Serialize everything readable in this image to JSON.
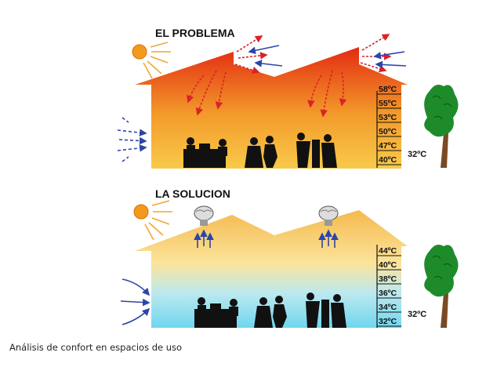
{
  "problem": {
    "title": "EL PROBLEMA",
    "indoor_temps": [
      "58ºC",
      "55ºC",
      "53ºC",
      "50ºC",
      "47ºC",
      "40ºC"
    ],
    "outdoor_temp": "32ºC"
  },
  "solution": {
    "title": "LA SOLUCION",
    "indoor_temps": [
      "44ºC",
      "40ºC",
      "38ºC",
      "36ºC",
      "34ºC",
      "32ºC"
    ],
    "outdoor_temp": "32ºC"
  },
  "caption": "Análisis de confort en espacios de uso",
  "colors": {
    "problem_top": "#e32a12",
    "problem_mid": "#f39a2a",
    "problem_bottom": "#f8ca4a",
    "solution_top": "#f5b94e",
    "solution_mid": "#fbe49a",
    "solution_bottom": "#6fd6ef",
    "hot_arrow": "#d9222a",
    "cool_arrow": "#2b46a8",
    "sun": "#f39a1c",
    "tree": "#1e8b2b"
  }
}
